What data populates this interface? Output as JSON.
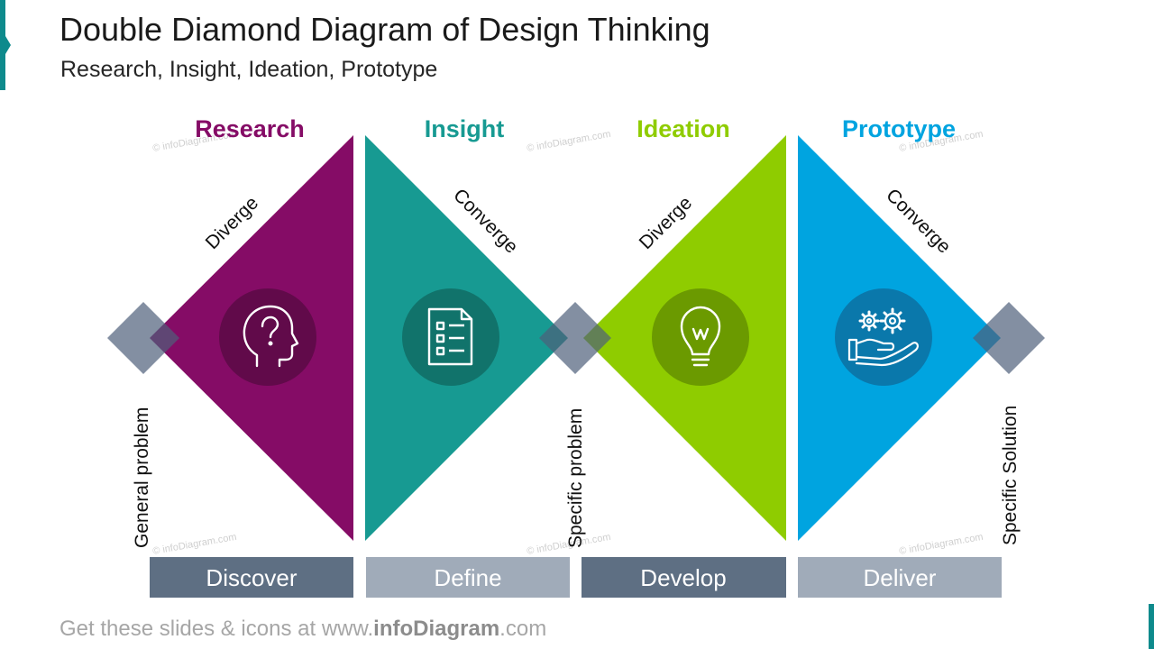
{
  "title": "Double Diamond Diagram of Design Thinking",
  "subtitle": "Research, Insight, Ideation, Prototype",
  "stages": [
    {
      "label": "Research",
      "direction": "Diverge",
      "phase": "Discover",
      "color": "#850c66",
      "icon_bg": "#610a4a",
      "icon": "head-question-icon"
    },
    {
      "label": "Insight",
      "direction": "Converge",
      "phase": "Define",
      "color": "#179a92",
      "icon_bg": "#11736b",
      "icon": "checklist-document-icon"
    },
    {
      "label": "Ideation",
      "direction": "Diverge",
      "phase": "Develop",
      "color": "#8fcc00",
      "icon_bg": "#6b9a00",
      "icon": "lightbulb-icon"
    },
    {
      "label": "Prototype",
      "direction": "Converge",
      "phase": "Deliver",
      "color": "#00a4e0",
      "icon_bg": "#0a78ab",
      "icon": "hand-gears-icon"
    }
  ],
  "milestones": [
    "General problem",
    "Specific problem",
    "Specific Solution"
  ],
  "milestone_color": "#4e607a",
  "phase_box_colors": [
    "#5e6f83",
    "#a0abb9",
    "#5e6f83",
    "#a0abb9"
  ],
  "footer": {
    "prefix": "Get these slides & icons at www.",
    "brand": "infoDiagram",
    "suffix": ".com"
  },
  "watermark": "© infoDiagram.com"
}
